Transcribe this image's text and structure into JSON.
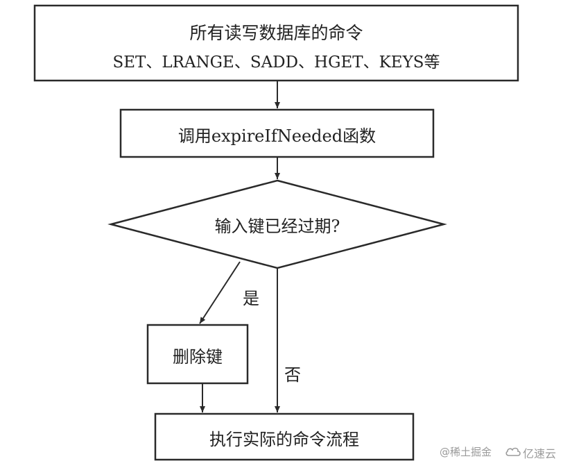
{
  "diagram": {
    "box_commands": {
      "line1": "所有读写数据库的命令",
      "line2": "SET、LRANGE、SADD、HGET、KEYS等"
    },
    "box_expire": "调用expireIfNeeded函数",
    "decision": "输入键已经过期?",
    "edge_yes": "是",
    "edge_no": "否",
    "box_delete": "删除键",
    "box_execute": "执行实际的命令流程"
  },
  "watermarks": {
    "juejin": "@稀土掘金",
    "yisu": "亿速云"
  },
  "colors": {
    "stroke": "#2a2a2a",
    "text": "#222222",
    "watermark": "#9a9a9a"
  }
}
